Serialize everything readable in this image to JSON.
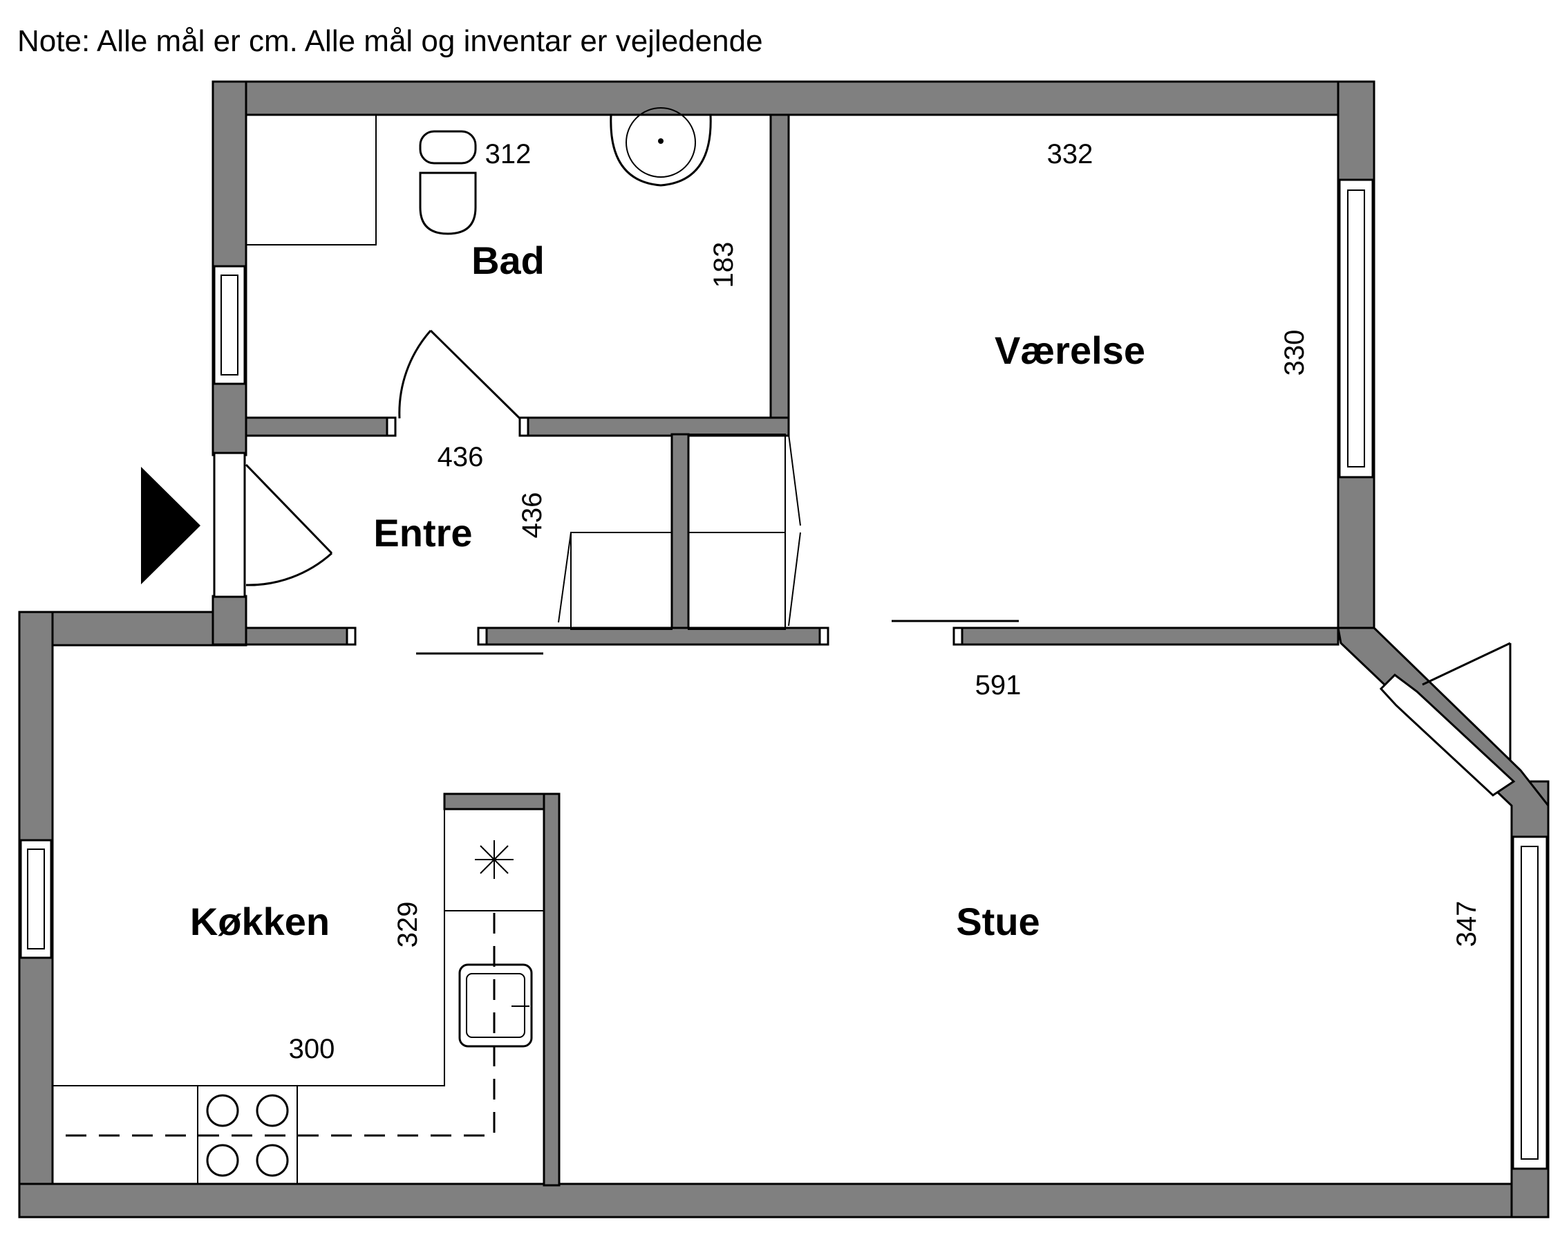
{
  "note": "Note: Alle mål er cm. Alle mål og inventar er vejledende",
  "rooms": {
    "bad": "Bad",
    "vaerelse": "Værelse",
    "entre": "Entre",
    "kokken": "Køkken",
    "stue": "Stue"
  },
  "dimensions": {
    "bad_width": "312",
    "bad_depth": "183",
    "vaerelse_width": "332",
    "vaerelse_depth": "330",
    "entre_width": "436",
    "entre_depth": "436",
    "stue_width": "591",
    "stue_depth": "347",
    "kokken_width": "300",
    "kokken_depth": "329"
  },
  "colors": {
    "wall": "#808080",
    "line": "#000000",
    "background": "#ffffff"
  }
}
